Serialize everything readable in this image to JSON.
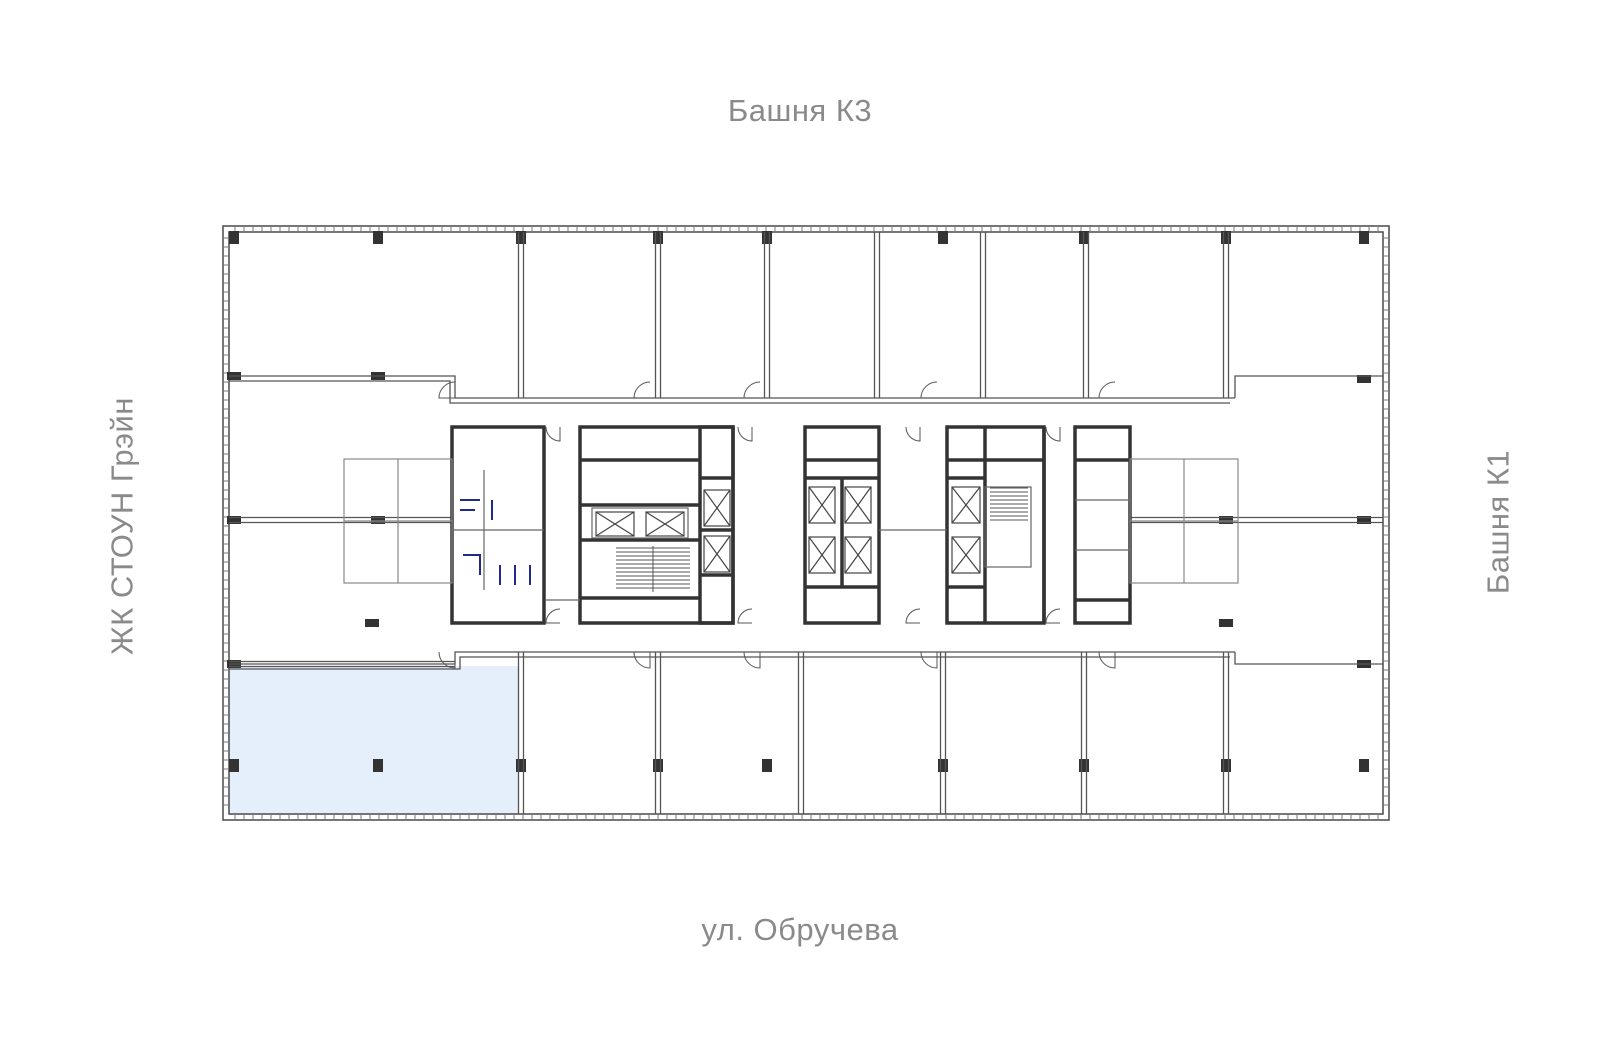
{
  "labels": {
    "north": "Башня К3",
    "south": "ул. Обручева",
    "west": "ЖК СТОУН Грэйн",
    "east": "Башня К1"
  },
  "colors": {
    "wall": "#333333",
    "thin_wall": "#555555",
    "column": "#333333",
    "selected_unit": "#e5eefb",
    "plumbing": "#1f2a8a",
    "label": "#8a8a8a"
  },
  "floor_plan": {
    "selected_unit": "south-west office unit"
  }
}
